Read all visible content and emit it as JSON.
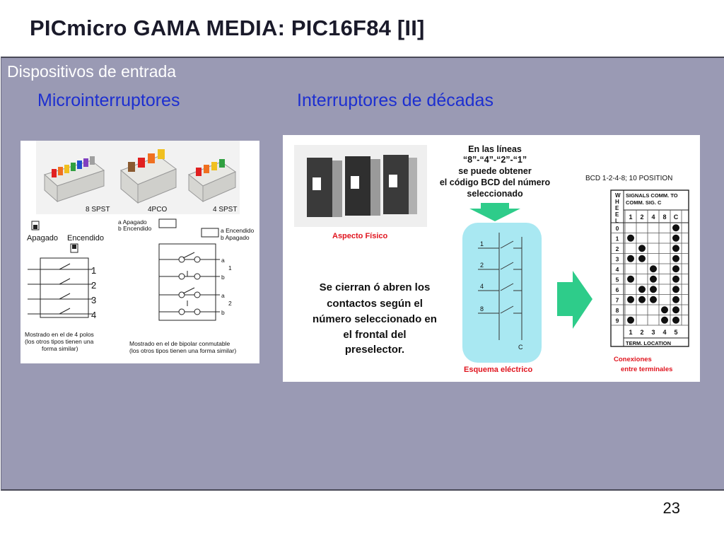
{
  "slide": {
    "title": "PICmicro GAMA MEDIA: PIC16F84 [II]",
    "heading": "Dispositivos de entrada",
    "subtitle_left": "Microinterruptores",
    "subtitle_right": "Interruptores de décadas",
    "page_number": "23"
  },
  "dip_figure": {
    "package_labels": [
      "8 SPST",
      "4PCO",
      "4 SPST"
    ],
    "off_label": "Apagado",
    "on_label": "Encendido",
    "legend_a_off": "a Apagado",
    "legend_b_on": "b Encendido",
    "legend_a_on": "a Encendido",
    "legend_b_off": "b Apagado",
    "switch_numbers": [
      "1",
      "2",
      "3",
      "4"
    ],
    "pole_letters": [
      "a",
      "1",
      "b",
      "a",
      "2",
      "b"
    ],
    "caption_left": [
      "Mostrado en el de 4 polos",
      "(los otros tipos tienen una",
      "forma similar)"
    ],
    "caption_right": [
      "Mostrado en el de bipolar conmutable",
      "(los otros tipos tienen una forma similar)"
    ]
  },
  "decade_figure": {
    "aspect_label": "Aspecto Físico",
    "lines_text": [
      "En las líneas",
      "“8”-“4”-“2”-“1”",
      "se puede obtener",
      "el código BCD del número",
      "seleccionado"
    ],
    "close_text": [
      "Se cierran ó abren los",
      "contactos según el",
      "número seleccionado en",
      "el frontal del",
      "preselector."
    ],
    "schematic_numbers": [
      "1",
      "2",
      "4",
      "8"
    ],
    "common_label": "C",
    "schematic_label": "Esquema eléctrico",
    "bcd_title": "BCD 1-2-4-8; 10 POSITION",
    "wheel_label": [
      "W",
      "H",
      "E",
      "E",
      "L"
    ],
    "signals_header": [
      "SIGNALS COMM. TO",
      "COMM. SIG. C"
    ],
    "column_headers": [
      "1",
      "2",
      "4",
      "8",
      "C"
    ],
    "row_labels": [
      "0",
      "1",
      "2",
      "3",
      "4",
      "5",
      "6",
      "7",
      "8",
      "9"
    ],
    "terminal_numbers": [
      "1",
      "2",
      "3",
      "4",
      "5"
    ],
    "terminal_label": "TERM. LOCATION",
    "connections_label": [
      "Conexiones",
      "entre terminales"
    ],
    "bcd_dots": [
      [
        0,
        0,
        0,
        0,
        1
      ],
      [
        1,
        0,
        0,
        0,
        1
      ],
      [
        0,
        1,
        0,
        0,
        1
      ],
      [
        1,
        1,
        0,
        0,
        1
      ],
      [
        0,
        0,
        1,
        0,
        1
      ],
      [
        1,
        0,
        1,
        0,
        1
      ],
      [
        0,
        1,
        1,
        0,
        1
      ],
      [
        1,
        1,
        1,
        0,
        1
      ],
      [
        0,
        0,
        0,
        1,
        1
      ],
      [
        1,
        0,
        0,
        1,
        1
      ]
    ]
  },
  "colors": {
    "panel": "#9a9ab4",
    "subtitle": "#1d2fd0",
    "heading": "#ffffff",
    "red_label": "#e0141e",
    "arrow_green": "#2ecc8a",
    "tube": "#a9e8f2"
  }
}
